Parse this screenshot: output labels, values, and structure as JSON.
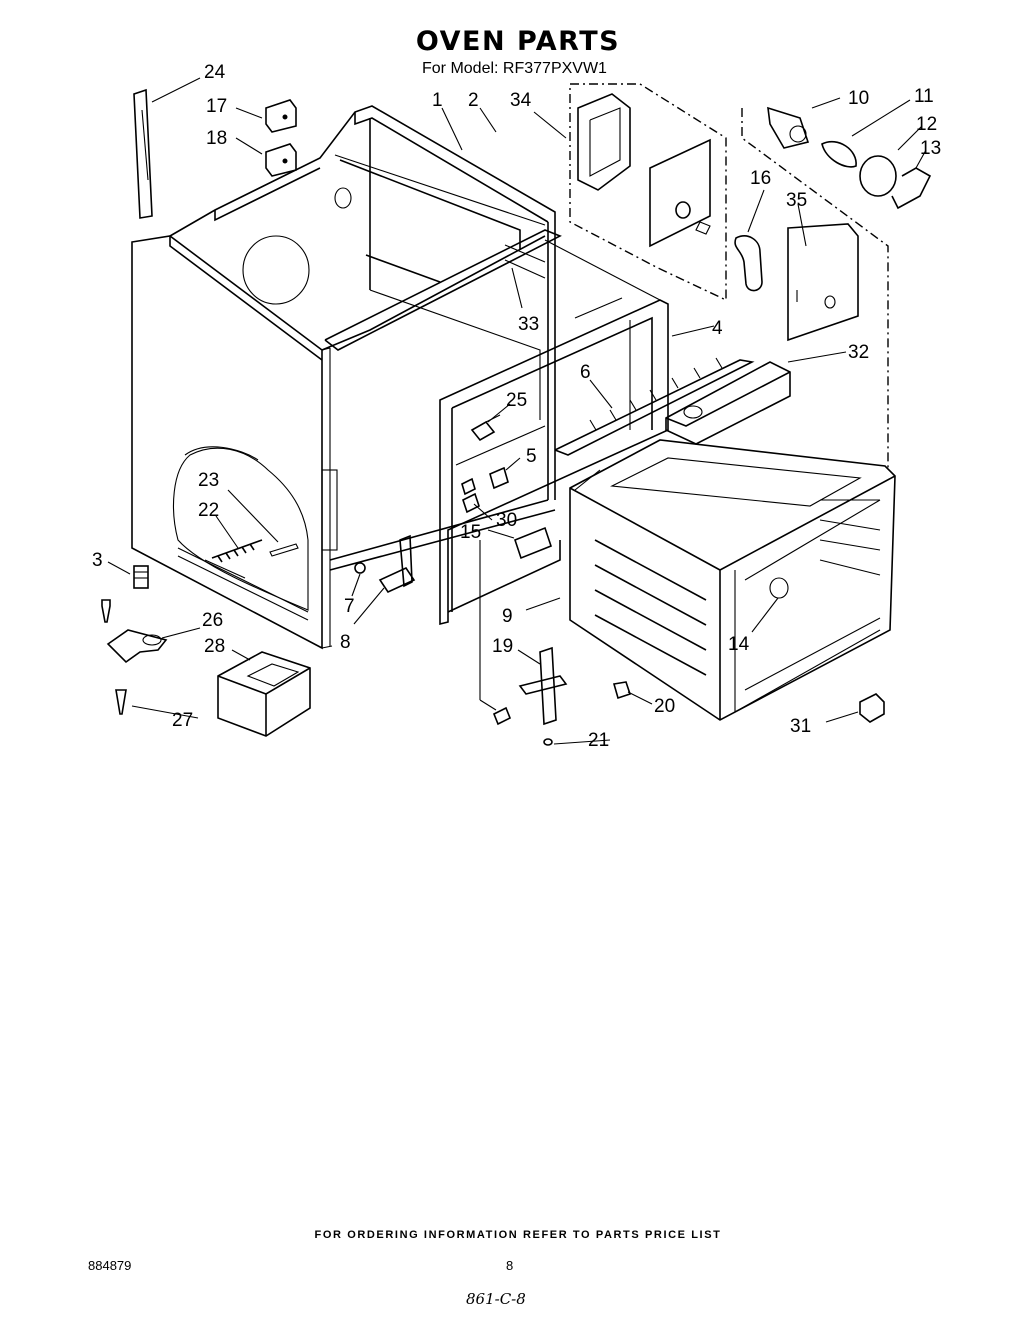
{
  "header": {
    "title": "OVEN PARTS",
    "model_line": "For Model: RF377PXVW1"
  },
  "footer": {
    "ordering_note": "FOR ORDERING INFORMATION REFER TO PARTS PRICE LIST",
    "document_number": "884879",
    "page_number": "8",
    "handwritten_code": "861-C-8"
  },
  "callouts": {
    "c1": "1",
    "c2": "2",
    "c3": "3",
    "c4": "4",
    "c5": "5",
    "c6": "6",
    "c7": "7",
    "c8": "8",
    "c9": "9",
    "c10": "10",
    "c11": "11",
    "c12": "12",
    "c13": "13",
    "c14": "14",
    "c15": "15",
    "c16": "16",
    "c17": "17",
    "c18": "18",
    "c19": "19",
    "c20": "20",
    "c21": "21",
    "c22": "22",
    "c23": "23",
    "c24": "24",
    "c25": "25",
    "c26": "26",
    "c27": "27",
    "c28": "28",
    "c30": "30",
    "c31": "31",
    "c32": "32",
    "c33": "33",
    "c34": "34",
    "c35": "35"
  }
}
